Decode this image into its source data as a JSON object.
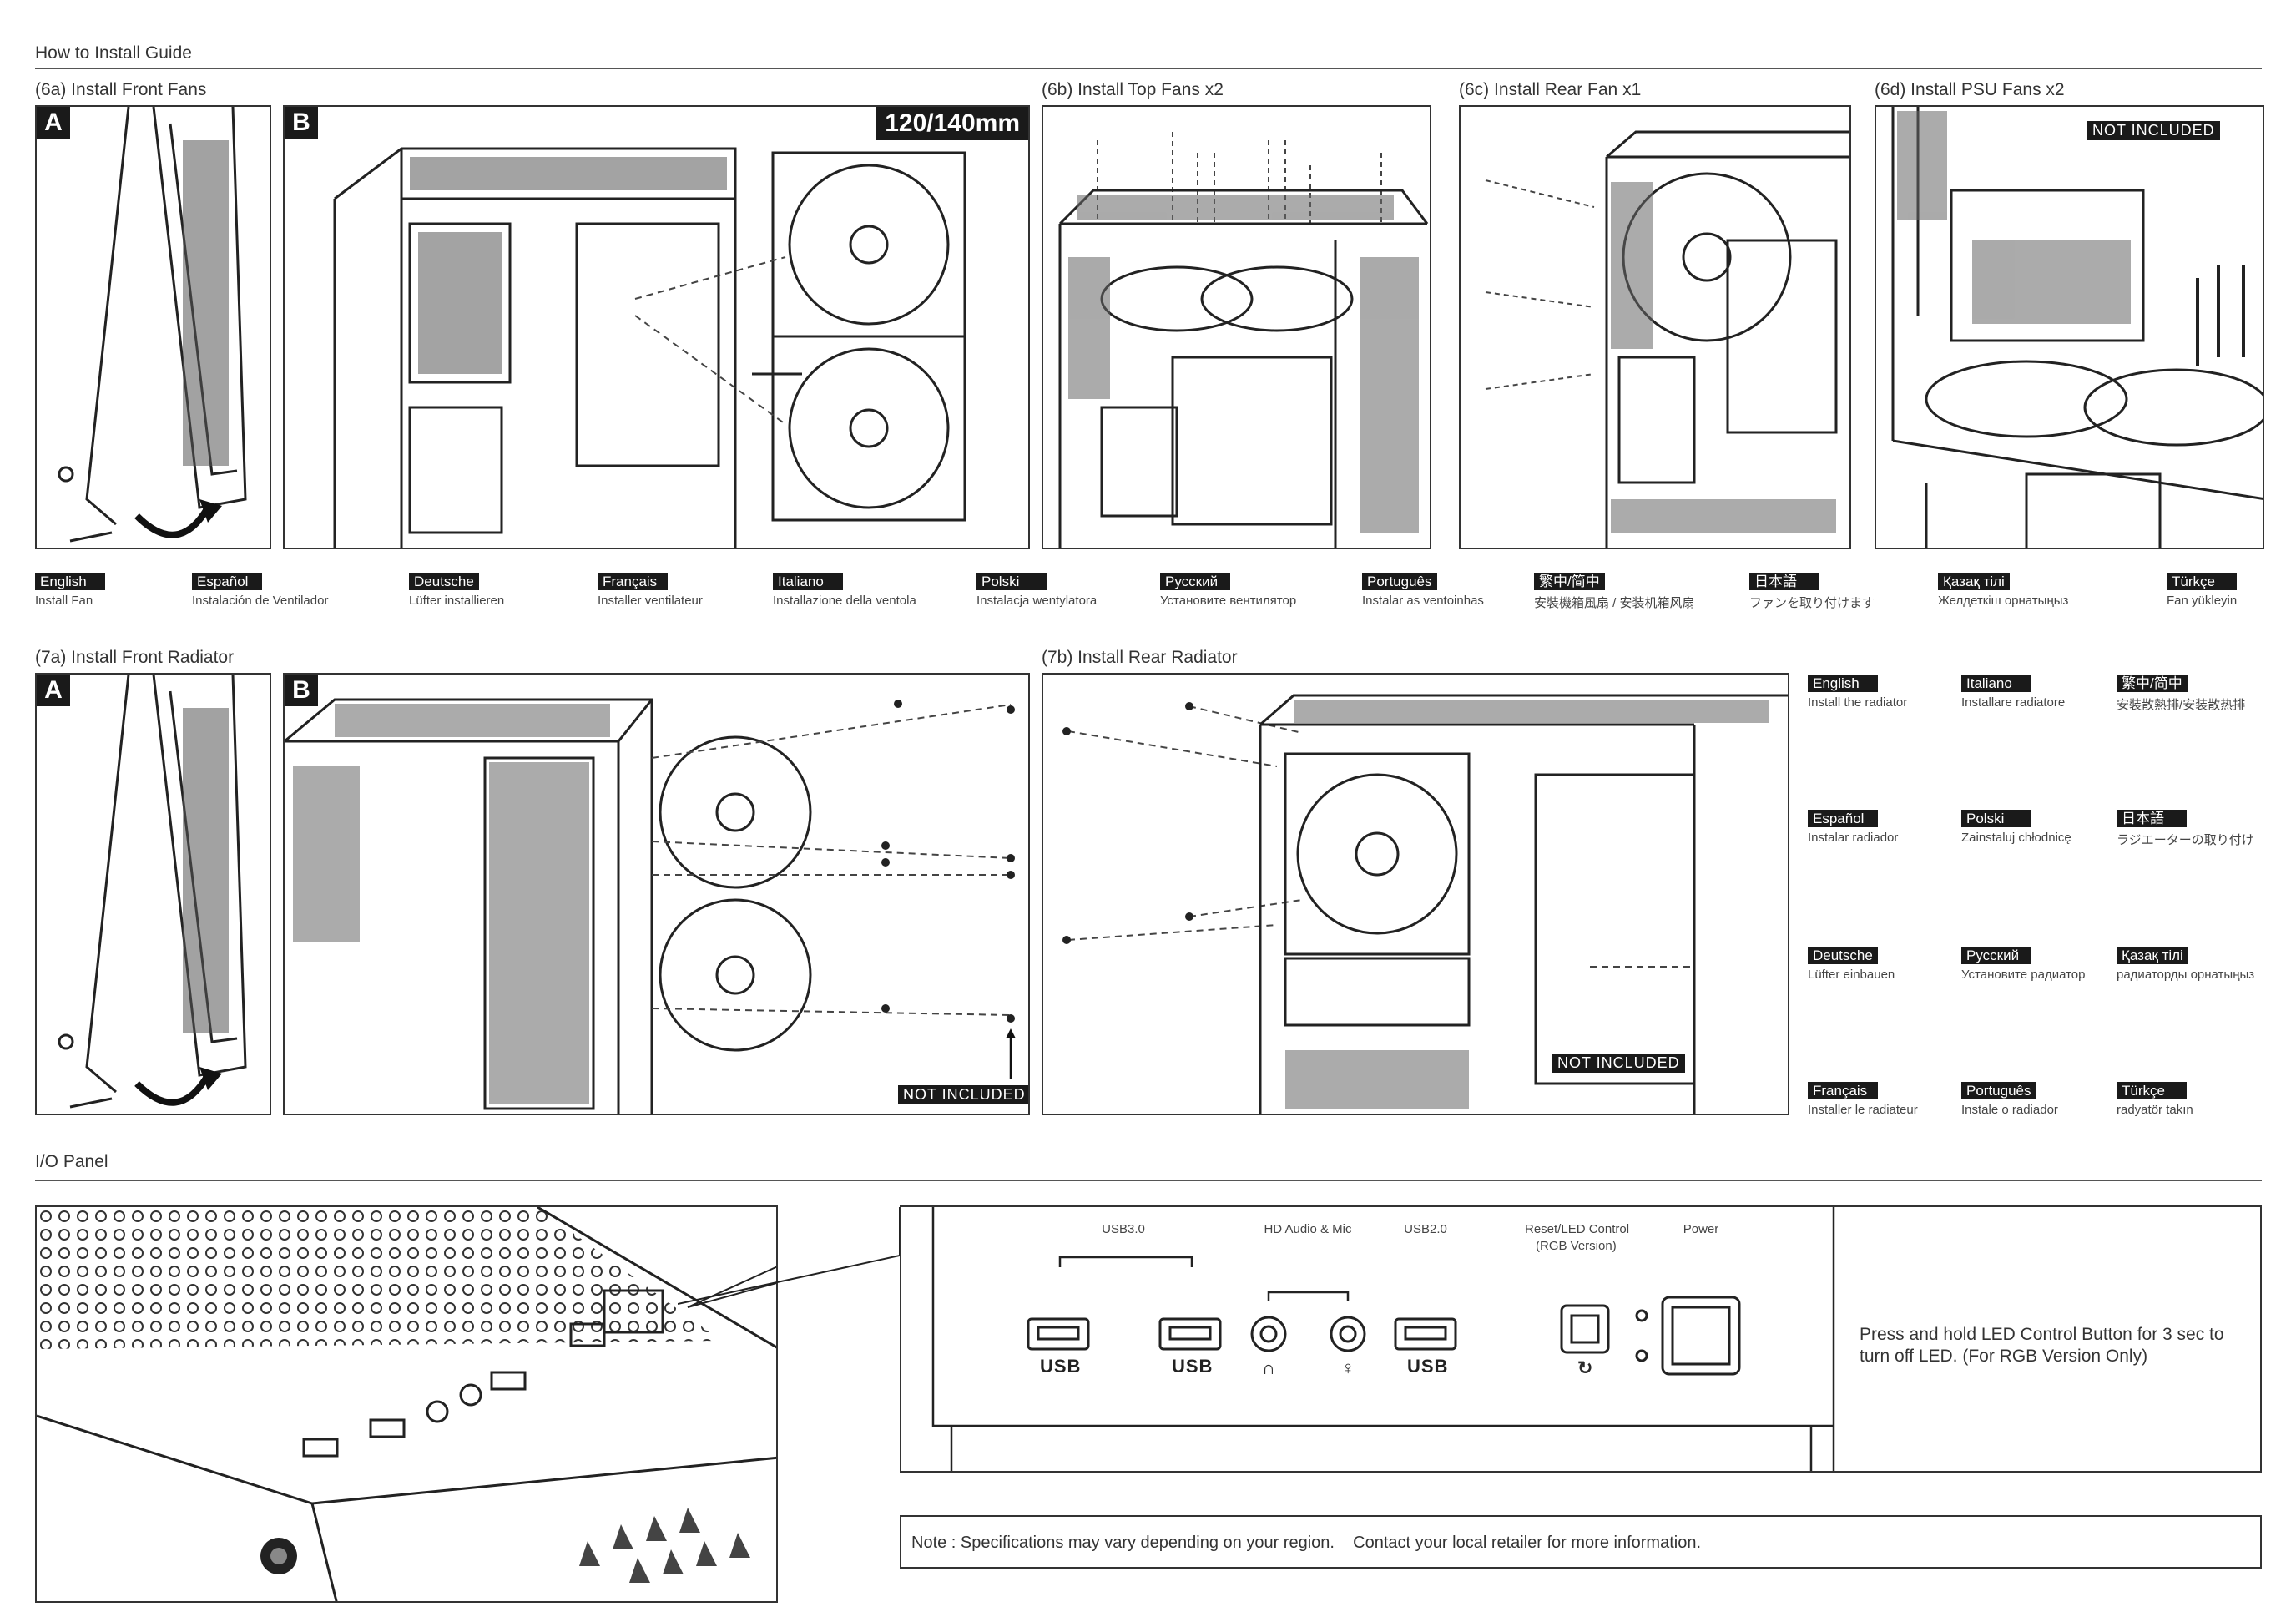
{
  "guide_title": "How to Install Guide",
  "fans": {
    "front": {
      "title": "(6a) Install Front Fans",
      "tag_a": "A",
      "tag_b": "B",
      "size_badge": "120/140mm"
    },
    "top": {
      "title": "(6b) Install Top Fans x2"
    },
    "rear": {
      "title": "(6c) Install Rear Fan x1"
    },
    "psu": {
      "title": "(6d) Install PSU Fans x2",
      "not_included": "NOT INCLUDED"
    }
  },
  "fan_langs": [
    {
      "name": "English",
      "text": "Install Fan"
    },
    {
      "name": "Español",
      "text": "Instalación de Ventilador"
    },
    {
      "name": "Deutsche",
      "text": "Lüfter installieren"
    },
    {
      "name": "Français",
      "text": "Installer ventilateur"
    },
    {
      "name": "Italiano",
      "text": "Installazione della ventola"
    },
    {
      "name": "Polski",
      "text": "Instalacja wentylatora"
    },
    {
      "name": "Русский",
      "text": "Установите вентилятор"
    },
    {
      "name": "Português",
      "text": "Instalar as ventoinhas"
    },
    {
      "name": "繁中/简中",
      "text": "安裝機箱風扇 / 安装机箱风扇"
    },
    {
      "name": "日本語",
      "text": "ファンを取り付けます"
    },
    {
      "name": "Қазақ тілі",
      "text": "Желдеткіш орнатыңыз"
    },
    {
      "name": "Türkçe",
      "text": "Fan yükleyin"
    }
  ],
  "radiator": {
    "front": {
      "title": "(7a) Install Front Radiator",
      "tag_a": "A",
      "tag_b": "B",
      "not_included": "NOT INCLUDED"
    },
    "rear": {
      "title": "(7b) Install Rear Radiator",
      "not_included": "NOT INCLUDED"
    }
  },
  "rad_langs": [
    {
      "name": "English",
      "text": "Install the radiator"
    },
    {
      "name": "Italiano",
      "text": "Installare radiatore"
    },
    {
      "name": "繁中/简中",
      "text": "安裝散熱排/安装散热排"
    },
    {
      "name": "Español",
      "text": "Instalar radiador"
    },
    {
      "name": "Polski",
      "text": "Zainstaluj chłodnicę"
    },
    {
      "name": "日本語",
      "text": "ラジエーターの取り付け"
    },
    {
      "name": "Deutsche",
      "text": "Lüfter einbauen"
    },
    {
      "name": "Русский",
      "text": "Установите радиатор"
    },
    {
      "name": "Қазақ тілі",
      "text": "радиаторды орнатыңыз"
    },
    {
      "name": "Français",
      "text": "Installer le radiateur"
    },
    {
      "name": "Português",
      "text": "Instale o radiador"
    },
    {
      "name": "Türkçe",
      "text": "radyatör takın"
    }
  ],
  "io": {
    "title": "I/O Panel",
    "labels": {
      "usb3": "USB3.0",
      "hd_audio": "HD Audio & Mic",
      "usb2": "USB2.0",
      "reset_led": "Reset/LED Control",
      "rgb_version": "(RGB Version)",
      "power": "Power"
    },
    "port_text": "USB",
    "instruction": "Press and hold LED Control Button for 3 sec to turn off LED. (For RGB Version Only)"
  },
  "note": "Note : Specifications may vary depending on your region.    Contact your local retailer for more information."
}
